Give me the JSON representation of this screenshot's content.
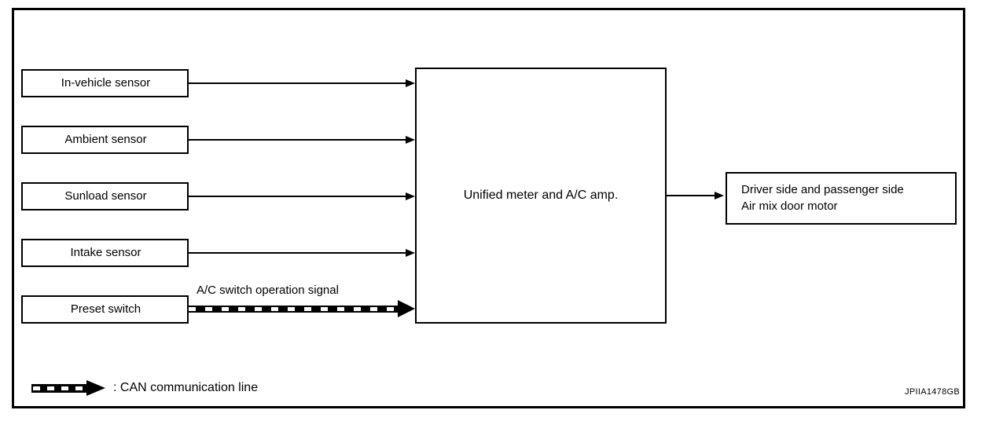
{
  "figure": {
    "id_label": "JPIIA1478GB",
    "signal_caption": "A/C switch operation signal"
  },
  "inputs": [
    {
      "label": "In-vehicle sensor",
      "connector": "solid-arrow"
    },
    {
      "label": "Ambient sensor",
      "connector": "solid-arrow"
    },
    {
      "label": "Sunload sensor",
      "connector": "solid-arrow"
    },
    {
      "label": "Intake sensor",
      "connector": "solid-arrow"
    },
    {
      "label": "Preset switch",
      "connector": "can-dashed-arrow"
    }
  ],
  "controller": {
    "label": "Unified meter and A/C amp."
  },
  "output": {
    "line1": "Driver side and passenger side",
    "line2": "Air mix door motor"
  },
  "legend": {
    "separator": ":",
    "text": "CAN communication line"
  },
  "colors": {
    "stroke": "#000000",
    "background": "#ffffff"
  }
}
